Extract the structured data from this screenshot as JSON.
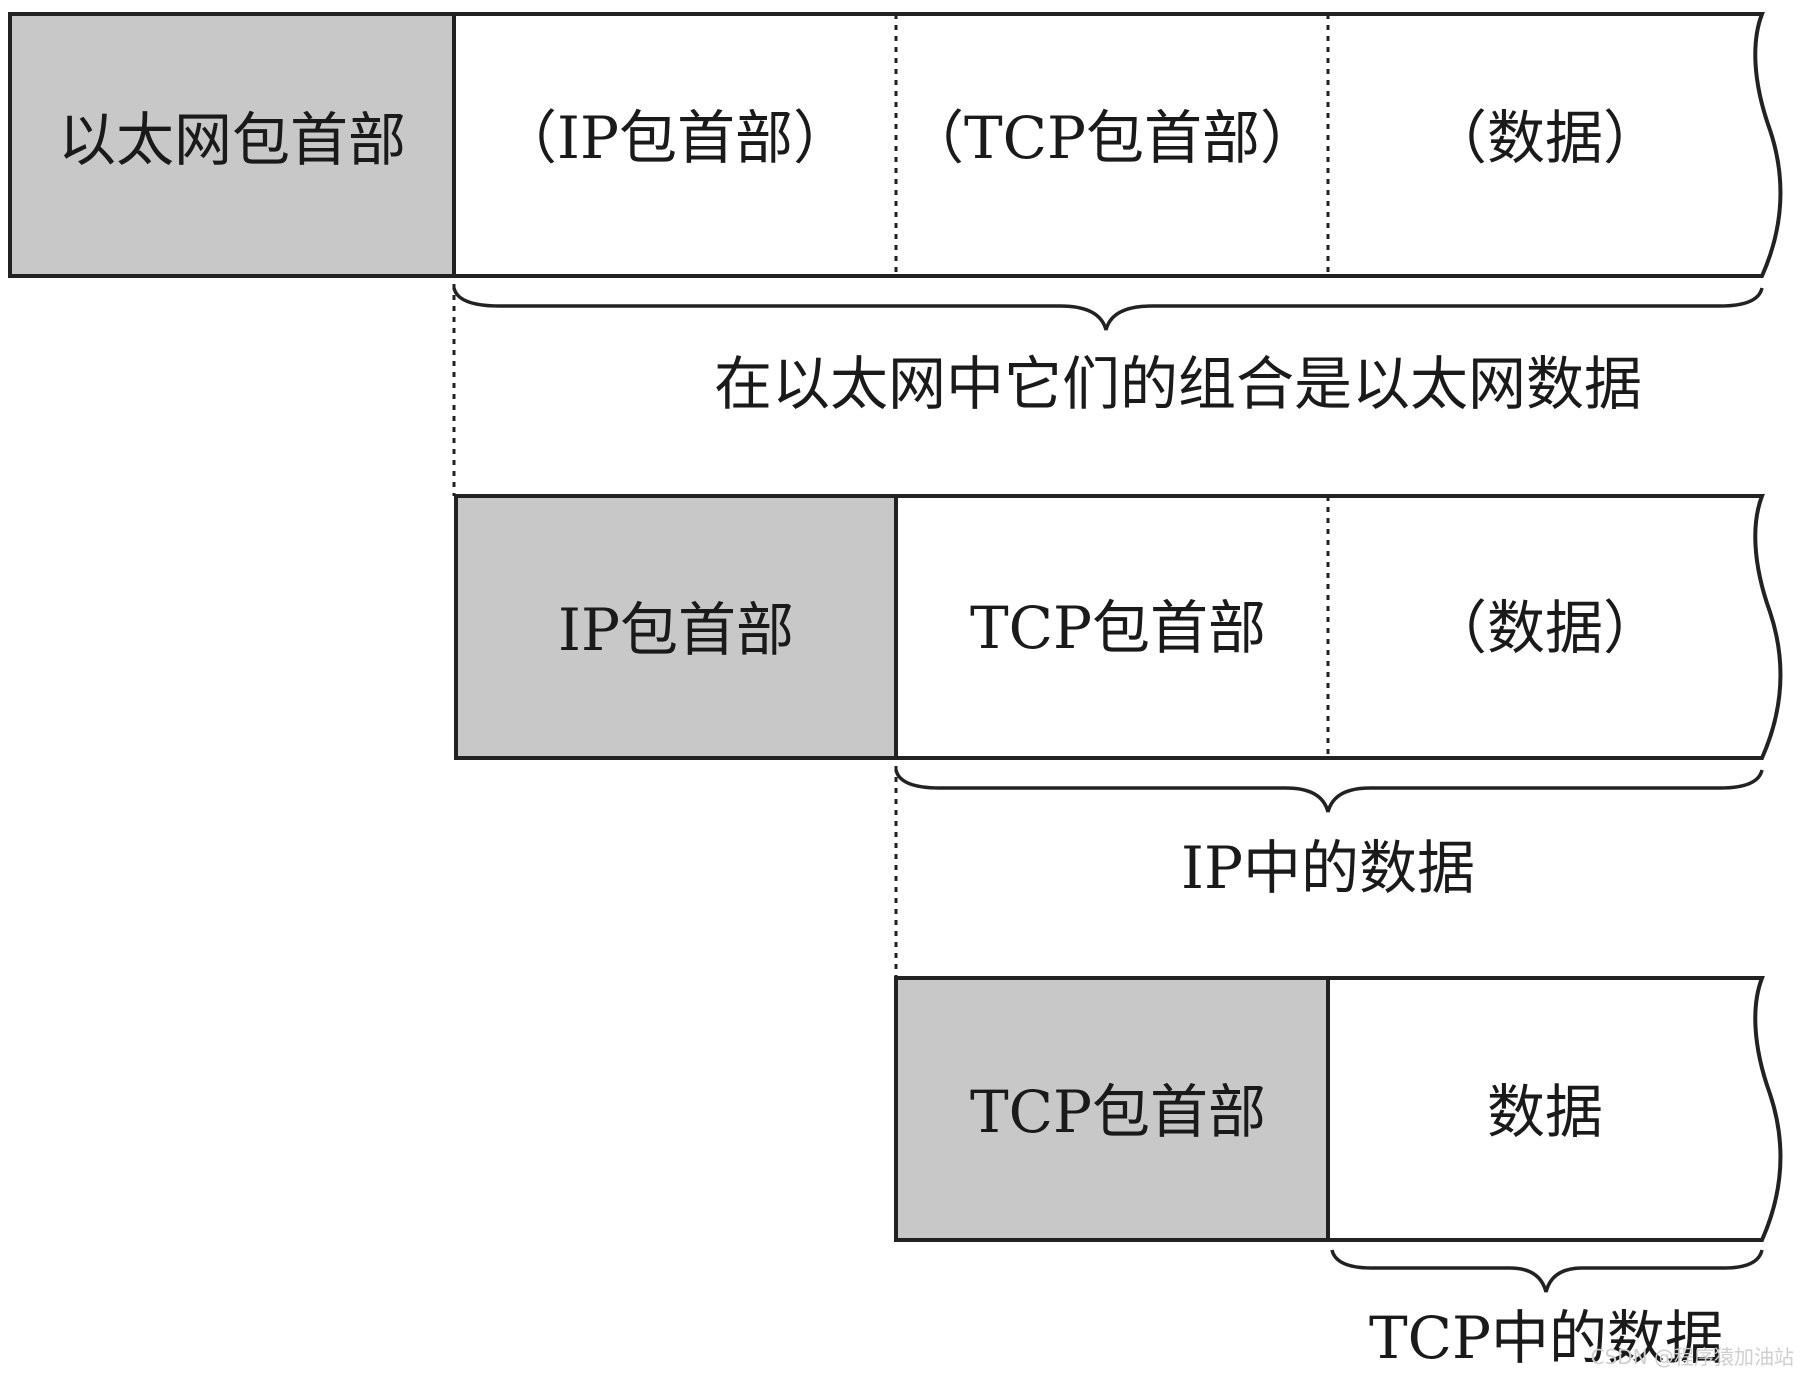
{
  "diagram": {
    "colors": {
      "header_fill": "#c8c8c8",
      "body_fill": "#ffffff",
      "line": "#222222"
    },
    "row1": {
      "header": "以太网包首部",
      "fields": [
        "（IP包首部）",
        "（TCP包首部）",
        "（数据）"
      ],
      "caption": "在以太网中它们的组合是以太网数据"
    },
    "row2": {
      "header": "IP包首部",
      "fields": [
        "TCP包首部",
        "（数据）"
      ],
      "caption": "IP中的数据"
    },
    "row3": {
      "header": "TCP包首部",
      "fields": [
        "数据"
      ],
      "caption": "TCP中的数据"
    },
    "watermark": "CSDN @程序猿加油站"
  }
}
